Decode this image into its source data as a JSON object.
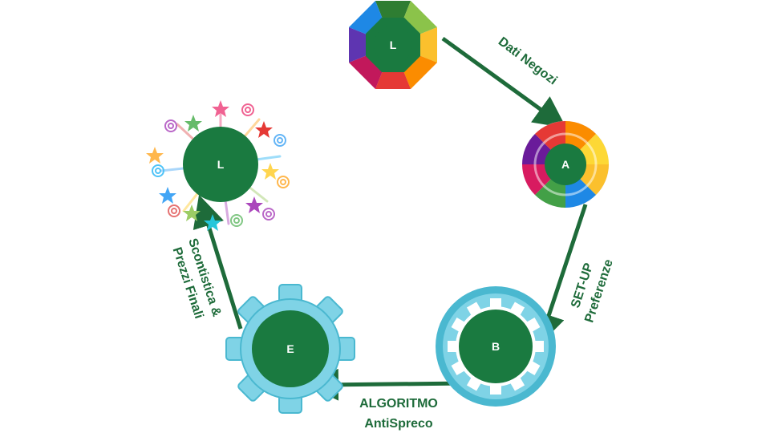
{
  "diagram": {
    "colors": {
      "node_fill": "#1a7a40",
      "arrow": "#1e6b3a",
      "label_text": "#1e6b3a",
      "gear_outer": "#7fd3e6",
      "gear_ring": "#4ab8d0"
    },
    "nodes": {
      "top": {
        "label": "L",
        "icon": "octagon-rainbow-aperture"
      },
      "right": {
        "label": "A",
        "icon": "rainbow-swirl-disc"
      },
      "bottom_right": {
        "label": "B",
        "icon": "cyan-gear-ring"
      },
      "bottom_left": {
        "label": "E",
        "icon": "cyan-cog"
      },
      "left": {
        "label": "L",
        "icon": "confetti-stars-burst"
      }
    },
    "edges": {
      "top_to_right": {
        "line1": "Dati Negozi"
      },
      "right_to_bottom_right": {
        "line1": "SET-UP",
        "line2": "Preferenze"
      },
      "bottom_right_to_bottom_left": {
        "line1": "ALGORITMO",
        "line2": "AntiSpreco"
      },
      "bottom_left_to_left": {
        "line1": "Scontistica &",
        "line2": "Prezzi Finali"
      }
    }
  }
}
